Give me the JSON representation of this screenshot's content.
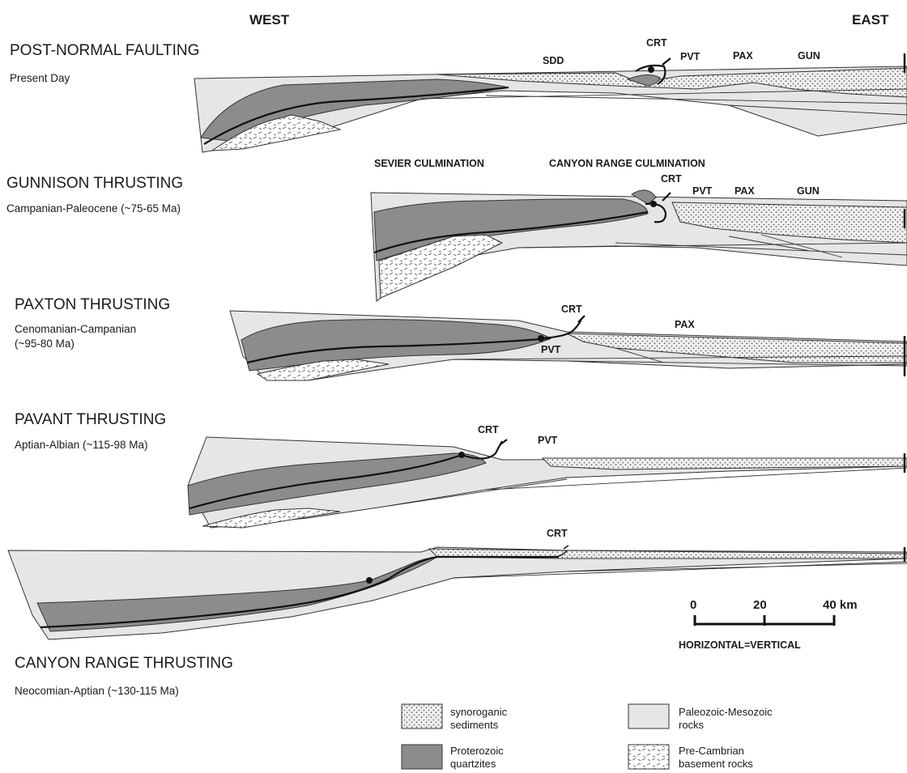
{
  "directions": {
    "west": "WEST",
    "east": "EAST"
  },
  "panels": [
    {
      "title": "POST-NORMAL FAULTING",
      "subtitle": "Present Day",
      "labels": [
        "SDD",
        "CRT",
        "PVT",
        "PAX",
        "GUN"
      ]
    },
    {
      "title": "GUNNISON THRUSTING",
      "subtitle": "Campanian-Paleocene (~75-65 Ma)",
      "culminations": [
        "SEVIER CULMINATION",
        "CANYON RANGE CULMINATION"
      ],
      "labels": [
        "CRT",
        "PVT",
        "PAX",
        "GUN"
      ]
    },
    {
      "title": "PAXTON THRUSTING",
      "subtitle_lines": [
        "Cenomanian-Campanian",
        "(~95-80 Ma)"
      ],
      "labels": [
        "CRT",
        "PAX",
        "PVT"
      ]
    },
    {
      "title": "PAVANT THRUSTING",
      "subtitle": "Aptian-Albian (~115-98 Ma)",
      "labels": [
        "CRT",
        "PVT"
      ]
    },
    {
      "title": "CANYON RANGE THRUSTING",
      "subtitle": "Neocomian-Aptian (~130-115 Ma)",
      "labels": [
        "CRT"
      ]
    }
  ],
  "scale_bar": {
    "ticks": [
      "0",
      "20",
      "40 km"
    ],
    "note": "HORIZONTAL=VERTICAL"
  },
  "legend": [
    {
      "pattern": "synorogenic",
      "lines": [
        "synoroganic",
        "sediments"
      ]
    },
    {
      "pattern": "paleozoic",
      "lines": [
        "Paleozoic-Mesozoic",
        "rocks"
      ]
    },
    {
      "pattern": "proterozoic",
      "lines": [
        "Proterozoic",
        "quartzites"
      ]
    },
    {
      "pattern": "basement",
      "lines": [
        "Pre-Cambrian",
        "basement rocks"
      ]
    }
  ],
  "colors": {
    "paleozoic_mesozoic": "#e6e6e6",
    "proterozoic": "#8c8c8c",
    "line": "#333333"
  }
}
